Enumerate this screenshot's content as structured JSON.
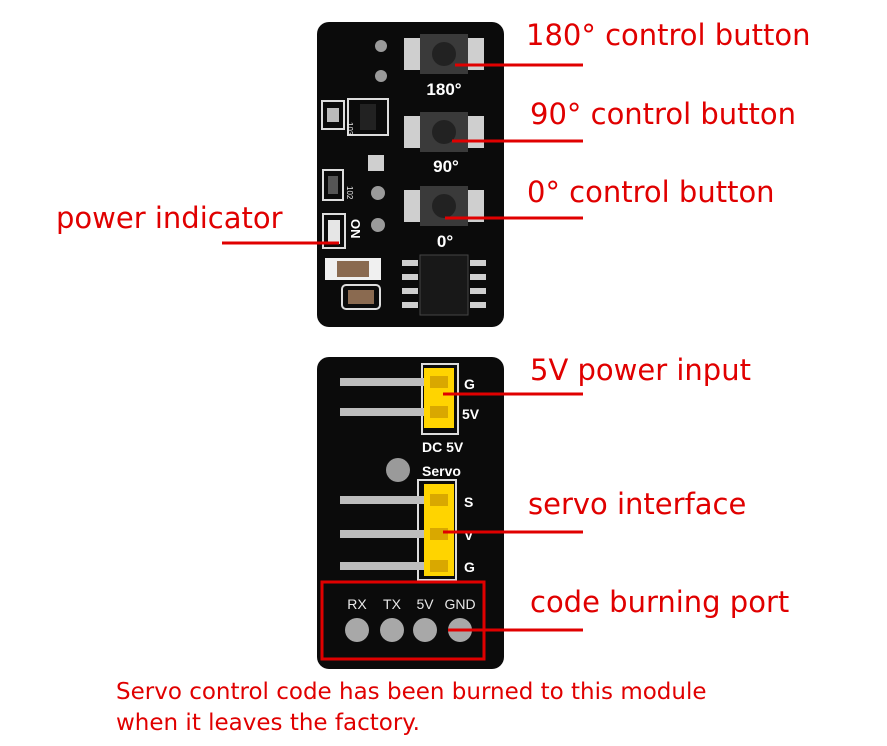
{
  "labels": {
    "btn180": "180° control button",
    "btn90": "90° control button",
    "btn0": "0° control button",
    "power": "power indicator",
    "power_input": "5V power input",
    "servo": "servo interface",
    "burn": "code burning port"
  },
  "board": {
    "top": {
      "s180": "180°",
      "s90": "90°",
      "s0": "0°",
      "on": "ON",
      "r1": "103",
      "r2": "102"
    },
    "bottom": {
      "g": "G",
      "v5": "5V",
      "dc5v": "DC 5V",
      "servo": "Servo",
      "s": "S",
      "v": "V",
      "sg": "G",
      "rx": "RX",
      "tx": "TX",
      "p5v": "5V",
      "gnd": "GND"
    }
  },
  "note": {
    "line1": "Servo control code has been burned to this module",
    "line2": "when it leaves the factory."
  },
  "colors": {
    "accent": "#e00000",
    "pcb": "#0b0b0b",
    "header": "#ffd400"
  }
}
